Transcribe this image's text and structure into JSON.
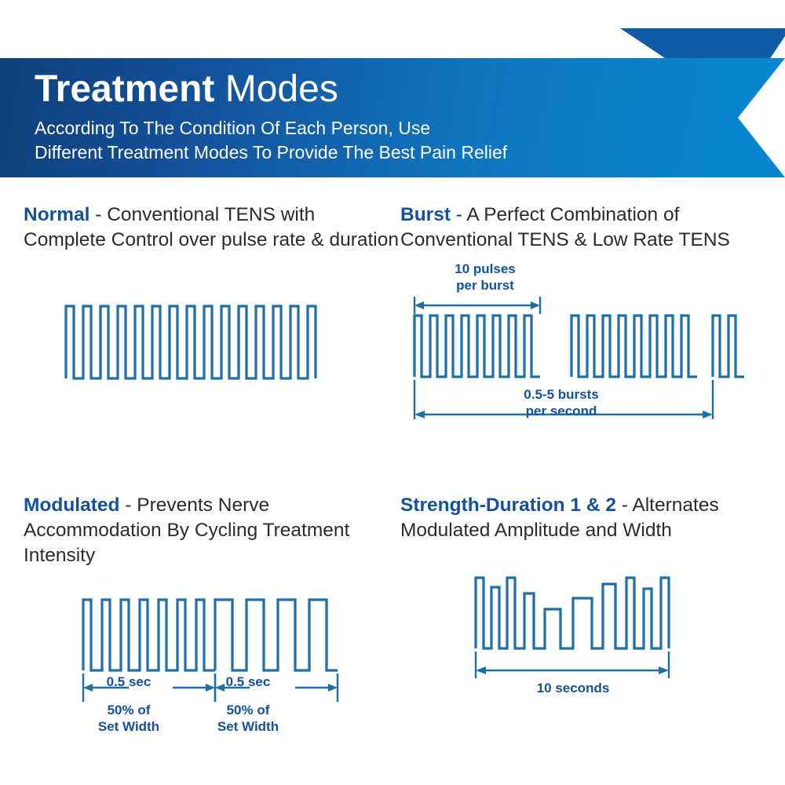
{
  "header": {
    "title_strong": "Treatment",
    "title_light": "Modes",
    "subtitle_line1": "According To The Condition Of Each Person, Use",
    "subtitle_line2": "Different Treatment Modes To Provide The Best Pain Relief",
    "accent_dark": "#0f3f7a",
    "accent_light": "#0a86d1",
    "flag_color": "#0e5ba6"
  },
  "modes": {
    "normal": {
      "name": "Normal",
      "description": " - Conventional TENS with Complete Control over pulse rate & duration",
      "waveform": "square-pulse-train-uniform"
    },
    "burst": {
      "name": "Burst",
      "description": " - A Perfect Combination of Conventional TENS & Low Rate TENS",
      "waveform": "burst-pulse-train",
      "label_top": "10 pulses\nper burst",
      "label_bottom": "0.5-5 bursts\nper second"
    },
    "modulated": {
      "name": "Modulated",
      "description": " - Prevents Nerve Accommodation By Cycling Treatment Intensity",
      "waveform": "modulated-width-pulse-train",
      "label_left_time": "0.5 sec",
      "label_right_time": "0.5 sec",
      "label_left_width": "50% of\nSet Width",
      "label_right_width": "50% of\nSet Width"
    },
    "strength_duration": {
      "name": "Strength-Duration 1 & 2",
      "description": " - Alternates Modulated Amplitude and Width",
      "waveform": "amplitude-width-modulated-pulse-train",
      "label_duration": "10 seconds"
    }
  },
  "colors": {
    "wave_stroke": "#1d6fa5",
    "text_body": "#2b2b2b",
    "text_accent": "#14519b"
  }
}
